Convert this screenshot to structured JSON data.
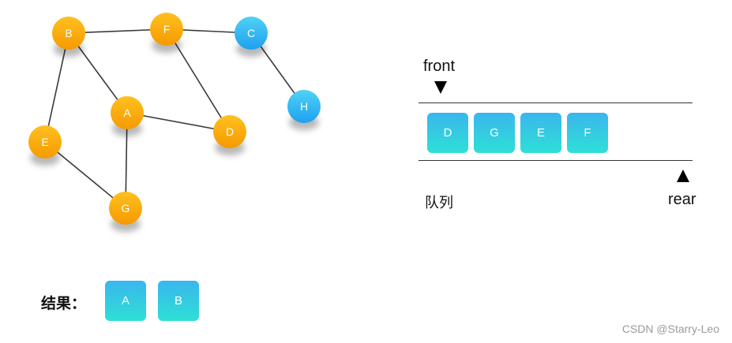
{
  "graph": {
    "nodes": [
      {
        "id": "B",
        "label": "B",
        "color": "orange"
      },
      {
        "id": "F",
        "label": "F",
        "color": "orange"
      },
      {
        "id": "C",
        "label": "C",
        "color": "blue"
      },
      {
        "id": "H",
        "label": "H",
        "color": "blue"
      },
      {
        "id": "A",
        "label": "A",
        "color": "orange"
      },
      {
        "id": "D",
        "label": "D",
        "color": "orange"
      },
      {
        "id": "E",
        "label": "E",
        "color": "orange"
      },
      {
        "id": "G",
        "label": "G",
        "color": "orange"
      }
    ],
    "edges": [
      [
        "B",
        "F"
      ],
      [
        "F",
        "C"
      ],
      [
        "C",
        "H"
      ],
      [
        "B",
        "A"
      ],
      [
        "B",
        "E"
      ],
      [
        "F",
        "D"
      ],
      [
        "A",
        "D"
      ],
      [
        "A",
        "G"
      ],
      [
        "E",
        "G"
      ]
    ]
  },
  "queue": {
    "front_label": "front",
    "rear_label": "rear",
    "caption": "队列",
    "items": [
      "D",
      "G",
      "E",
      "F"
    ]
  },
  "result": {
    "label": "结果：",
    "items": [
      "A",
      "B"
    ]
  },
  "watermark": "CSDN @Starry-Leo",
  "colors": {
    "orange_top": "#ffc020",
    "orange_bottom": "#f59a00",
    "blue_top": "#4fd2f5",
    "blue_bottom": "#1ea0f0",
    "box_top": "#3ab6ee",
    "box_bottom": "#2ee0d5"
  }
}
